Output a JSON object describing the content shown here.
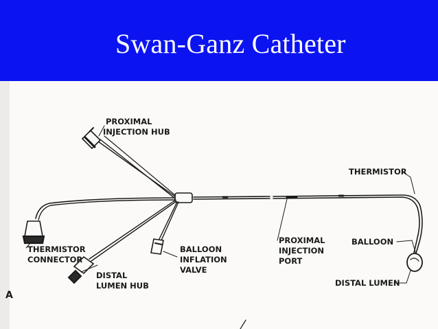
{
  "slide": {
    "title": "Swan-Ganz Catheter",
    "colors": {
      "title_bar": "#0b14f0",
      "title_text": "#ffffff",
      "ink": "#1a1a1a"
    }
  },
  "diagram": {
    "figure_letter": "A",
    "labels": {
      "proximal_injection_hub": [
        "PROXIMAL",
        "INJECTION HUB"
      ],
      "thermistor_connector": [
        "THERMISTOR",
        "CONNECTOR"
      ],
      "distal_lumen_hub": [
        "DISTAL",
        "LUMEN HUB"
      ],
      "balloon_inflation_valve": [
        "BALLOON",
        "INFLATION",
        "VALVE"
      ],
      "proximal_injection_port": [
        "PROXIMAL",
        "INJECTION",
        "PORT"
      ],
      "thermistor": "THERMISTOR",
      "balloon": "BALLOON",
      "distal_lumen": "DISTAL LUMEN"
    }
  }
}
